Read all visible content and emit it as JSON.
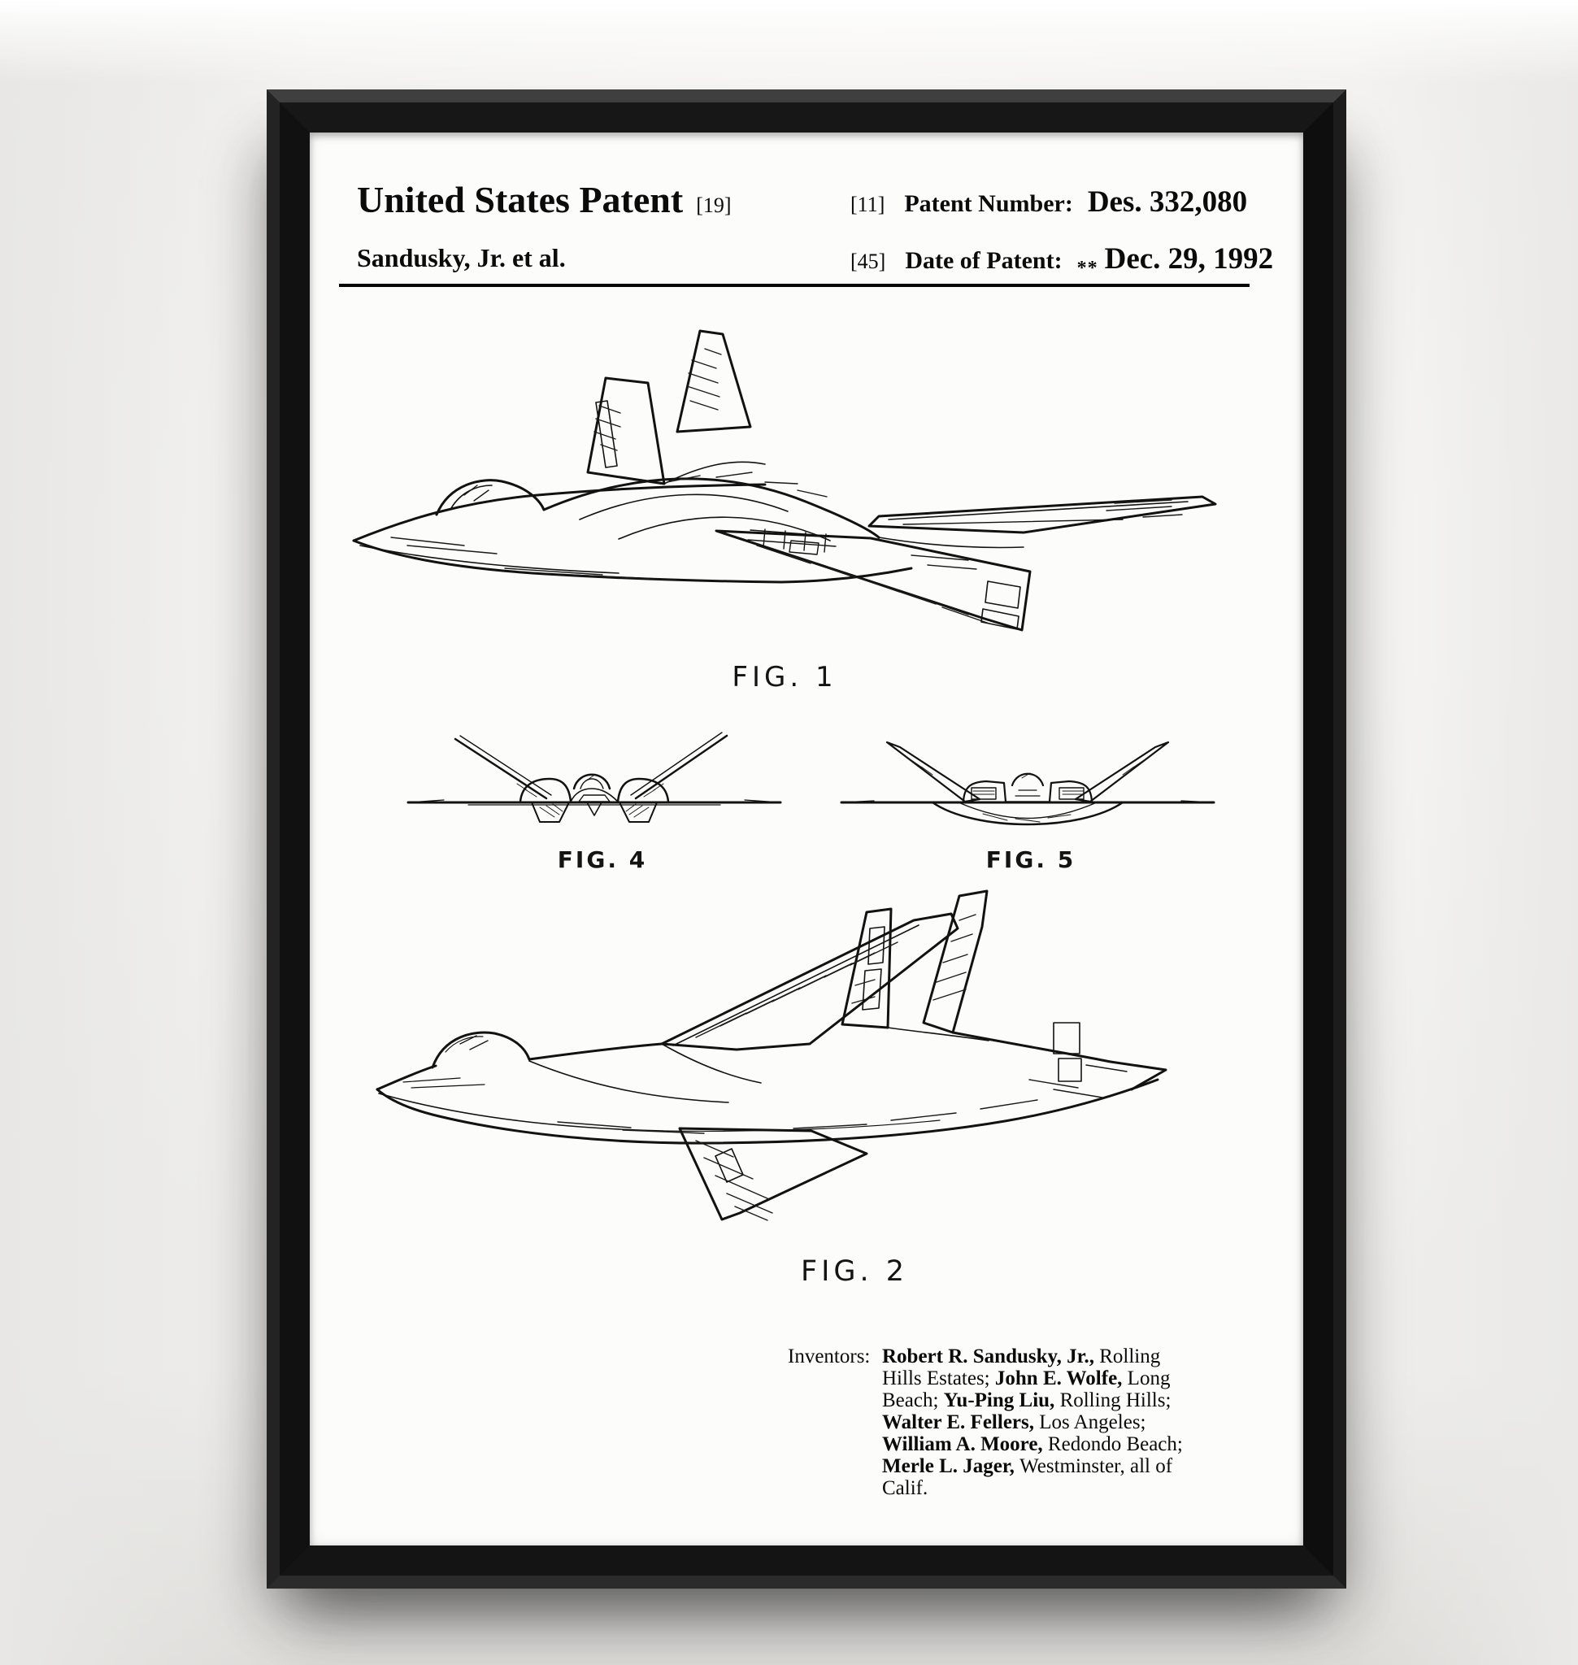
{
  "poster": {
    "patent": {
      "title": "United States Patent",
      "title_code": "[19]",
      "assignee_line": "Sandusky, Jr. et al.",
      "number_code": "[11]",
      "number_label": "Patent Number:",
      "number_value": "Des. 332,080",
      "date_code": "[45]",
      "date_label": "Date of Patent:",
      "date_prefix": "**",
      "date_value": "Dec. 29, 1992"
    },
    "figures": {
      "fig1_label": "FIG. 1",
      "fig2_label": "FIG. 2",
      "fig4_label": "FIG. 4",
      "fig5_label": "FIG. 5"
    },
    "inventors": {
      "label": "Inventors:",
      "list": [
        {
          "name": "Robert R. Sandusky, Jr.,",
          "location": "Rolling Hills Estates;"
        },
        {
          "name": "John E. Wolfe,",
          "location": "Long Beach;"
        },
        {
          "name": "Yu-Ping Liu,",
          "location": "Rolling Hills;"
        },
        {
          "name": "Walter E. Fellers,",
          "location": "Los Angeles;"
        },
        {
          "name": "William A. Moore,",
          "location": "Redondo Beach;"
        },
        {
          "name": "Merle L. Jager,",
          "location": "Westminster, all of Calif."
        }
      ]
    },
    "colors": {
      "frame": "#141414",
      "paper": "#fcfcfb",
      "ink": "#0b0b0b",
      "wall": "#f2f1ef"
    }
  }
}
